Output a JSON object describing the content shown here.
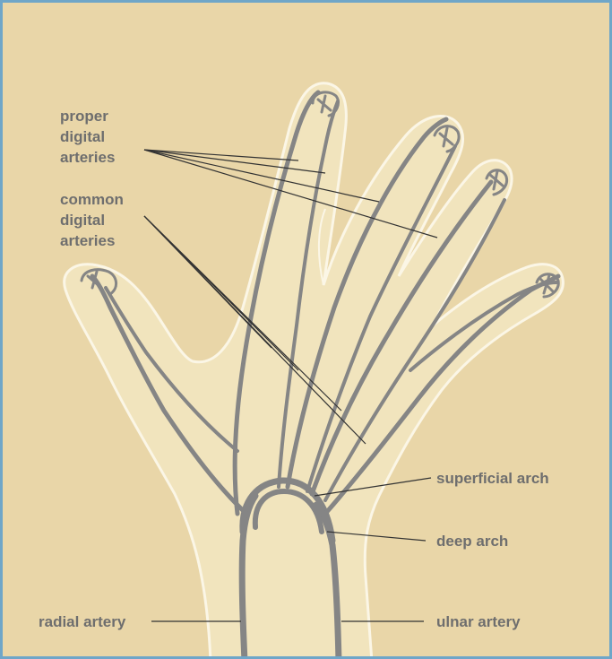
{
  "colors": {
    "background": "#e9d6a8",
    "hand_fill": "#f1e4bd",
    "hand_outline": "#fbf6e6",
    "vessel": "#858585",
    "leader_line": "#333333",
    "label_text": "#6e6e6e",
    "frame_border": "#6fa6c8"
  },
  "labels": {
    "proper": [
      "proper",
      "digital",
      "arteries"
    ],
    "common": [
      "common",
      "digital",
      "arteries"
    ],
    "superficial_arch": "superficial arch",
    "deep_arch": "deep arch",
    "radial_artery": "radial artery",
    "ulnar_artery": "ulnar artery"
  }
}
